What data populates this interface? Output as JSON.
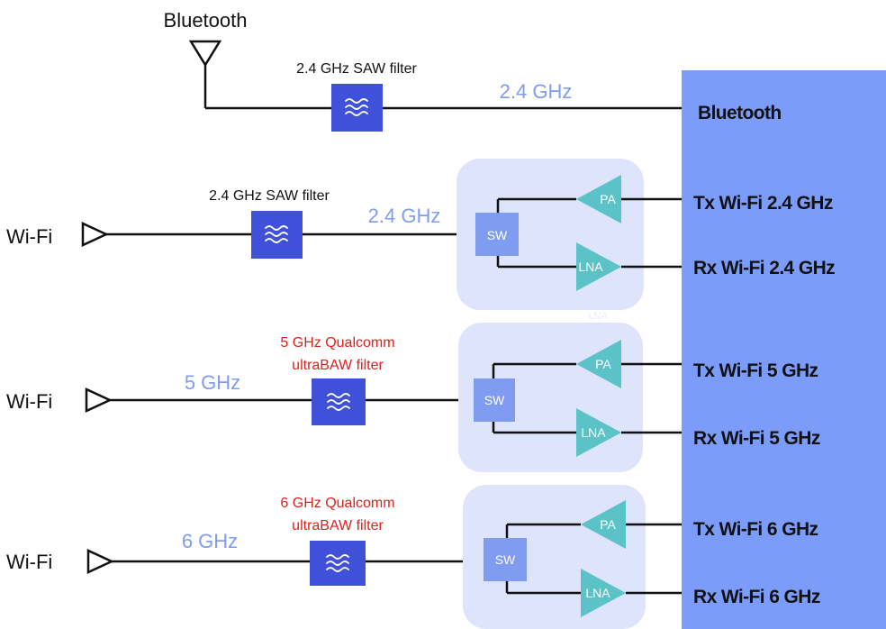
{
  "colors": {
    "radio_block": "#7b9cf8",
    "module_bg": "#dde4fb",
    "filter": "#3f51d8",
    "switch": "#7f9cf1",
    "amp": "#5bc2c8",
    "freq_text": "#7f9cf1",
    "highlight_text": "#e0201b",
    "wire": "#111111"
  },
  "bluetooth": {
    "antenna_label": "Bluetooth",
    "filter_label": "2.4  GHz SAW filter",
    "freq": "2.4 GHz",
    "port_label": "Bluetooth",
    "filter_icon": "wave-icon",
    "antenna_icon": "antenna-icon"
  },
  "wifi_24": {
    "antenna_label": "Wi-Fi",
    "filter_label": "2.4  GHz SAW filter",
    "freq": "2.4 GHz",
    "switch_label": "SW",
    "pa_label": "PA",
    "lna_label": "LNA",
    "tx_label": "Tx Wi-Fi 2.4 GHz",
    "rx_label": "Rx Wi-Fi 2.4 GHz",
    "ghost_text": "LNA"
  },
  "wifi_5": {
    "antenna_label": "Wi-Fi",
    "freq": "5 GHz",
    "filter_label_line1": "5 GHz Qualcomm",
    "filter_label_line2": "ultraBAW filter",
    "switch_label": "SW",
    "pa_label": "PA",
    "lna_label": "LNA",
    "tx_label": "Tx Wi-Fi 5 GHz",
    "rx_label": "Rx Wi-Fi 5 GHz"
  },
  "wifi_6": {
    "antenna_label": "Wi-Fi",
    "freq": "6 GHz",
    "filter_label_line1": "6 GHz Qualcomm",
    "filter_label_line2": "ultraBAW filter",
    "switch_label": "SW",
    "pa_label": "PA",
    "lna_label": "LNA",
    "tx_label": "Tx Wi-Fi 6 GHz",
    "rx_label": "Rx Wi-Fi 6 GHz"
  }
}
